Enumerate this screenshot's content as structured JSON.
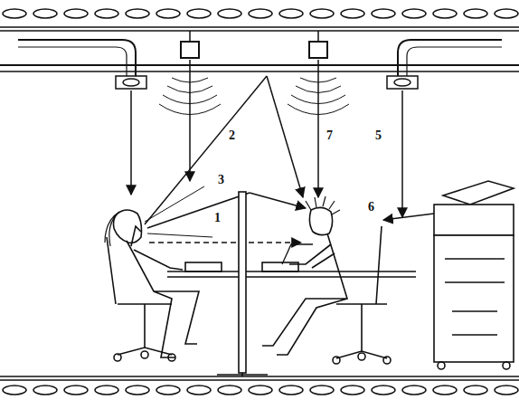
{
  "diagram": {
    "labels": [
      "2",
      "7",
      "5",
      "3",
      "1",
      "6"
    ]
  }
}
